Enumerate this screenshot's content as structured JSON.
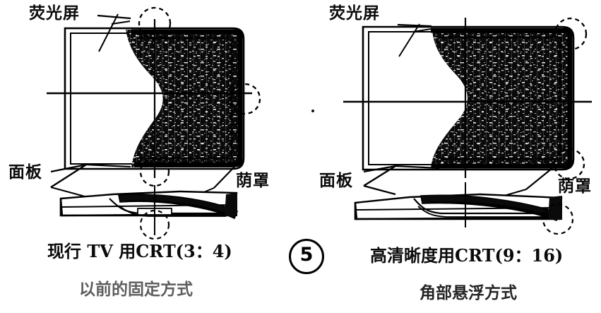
{
  "figure": {
    "number_label": "5",
    "kind": "technical-line-drawing",
    "description_visible_text_only": true
  },
  "left_panel": {
    "labels": {
      "screen": "荧光屏",
      "panel": "面板",
      "mask": "荫罩"
    },
    "caption": "现行 TV 用CRT(3：4)",
    "subcaption": "以前的固定方式"
  },
  "right_panel": {
    "labels": {
      "screen": "荧光屏",
      "panel": "面板",
      "mask": "荫罩"
    },
    "caption": "高清晰度用CRT(9：16)",
    "subcaption": "角部悬浮方式"
  },
  "colors": {
    "ink": "#000000",
    "paper": "#ffffff",
    "faded_ink": "#3a3a3a"
  }
}
